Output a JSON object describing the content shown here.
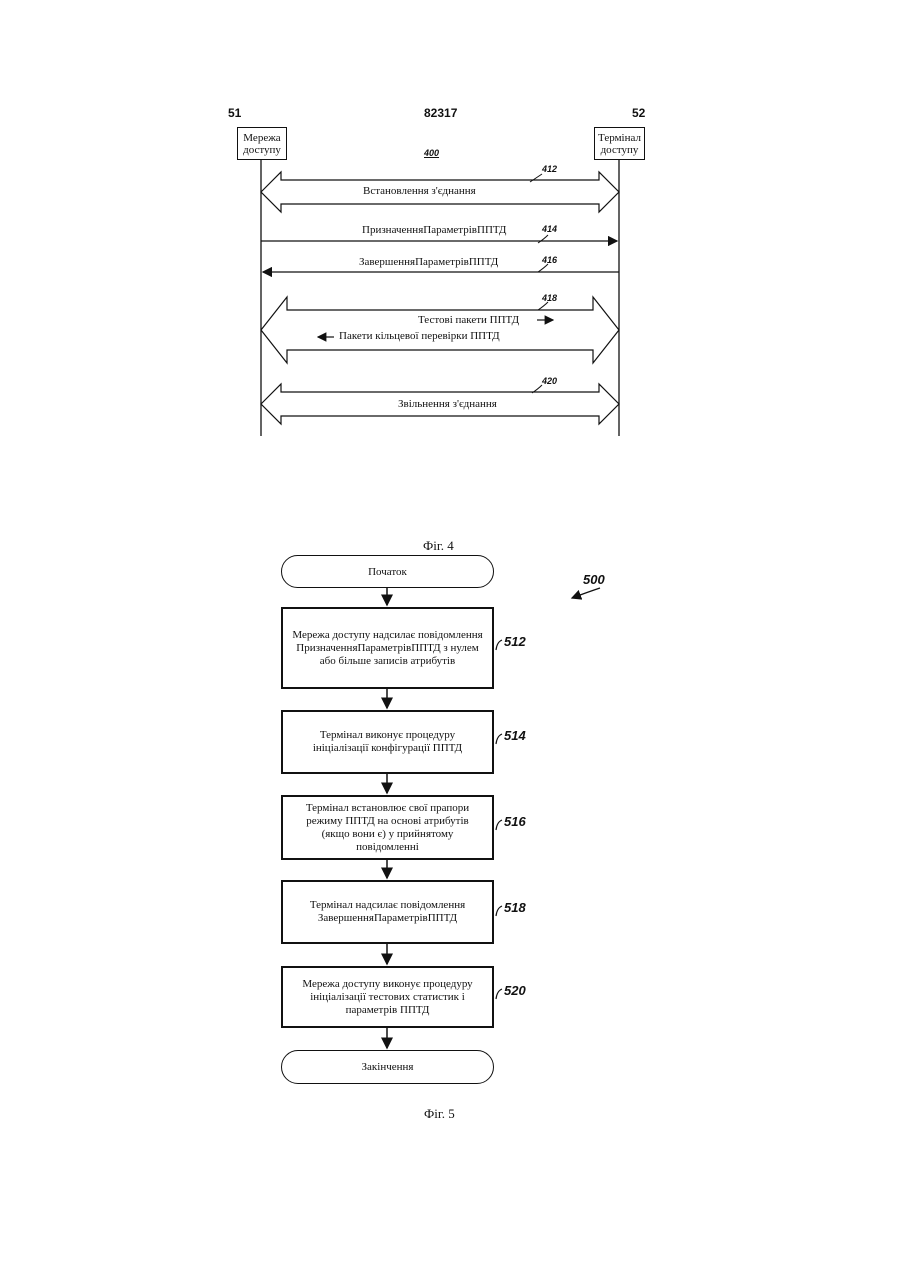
{
  "header": {
    "left_number": "51",
    "page_number": "82317",
    "right_number": "52"
  },
  "fig4": {
    "left_entity": "Мережа\nдоступу",
    "right_entity": "Термінал\nдоступу",
    "diagram_ref": "400",
    "messages": {
      "m412": {
        "ref": "412",
        "label": "Встановлення з'єднання"
      },
      "m414": {
        "ref": "414",
        "label": "ПризначенняПараметрівППТД"
      },
      "m416": {
        "ref": "416",
        "label": "ЗавершенняПараметрівППТД"
      },
      "m418": {
        "ref": "418",
        "label_fwd": "Тестові пакети ППТД",
        "label_back": "Пакети кільцевої перевірки ППТД"
      },
      "m420": {
        "ref": "420",
        "label": "Звільнення з'єднання"
      }
    },
    "caption": "Фіг. 4"
  },
  "fig5": {
    "diagram_ref": "500",
    "start": "Початок",
    "end": "Закінчення",
    "steps": [
      {
        "ref": "512",
        "text": "Мережа доступу надсилає повідомлення ПризначенняПараметрівППТД з нулем або більше записів атрибутів"
      },
      {
        "ref": "514",
        "text": "Термінал виконує процедуру ініціалізації конфігурації ППТД"
      },
      {
        "ref": "516",
        "text": "Термінал встановлює свої прапори режиму ППТД на основі атрибутів (якщо вони є) у прийнятому повідомленні"
      },
      {
        "ref": "518",
        "text": "Термінал надсилає повідомлення ЗавершенняПараметрівППТД"
      },
      {
        "ref": "520",
        "text": "Мережа доступу виконує процедуру ініціалізації тестових статистик і параметрів ППТД"
      }
    ],
    "caption": "Фіг. 5"
  }
}
